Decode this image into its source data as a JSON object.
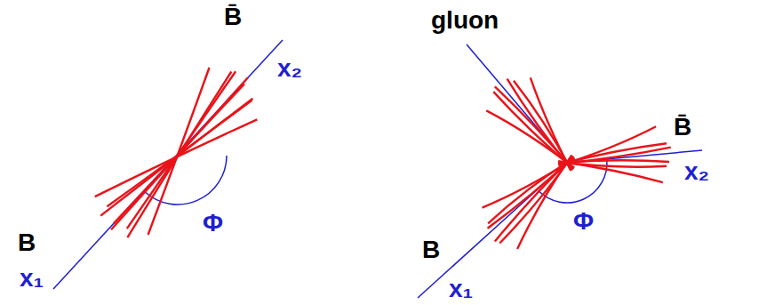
{
  "diagram": {
    "labels": [
      "B̄",
      "x₂",
      "B",
      "x₁",
      "Φ",
      "gluon",
      "B̄",
      "x₂",
      "B",
      "x₁",
      "Φ"
    ]
  }
}
